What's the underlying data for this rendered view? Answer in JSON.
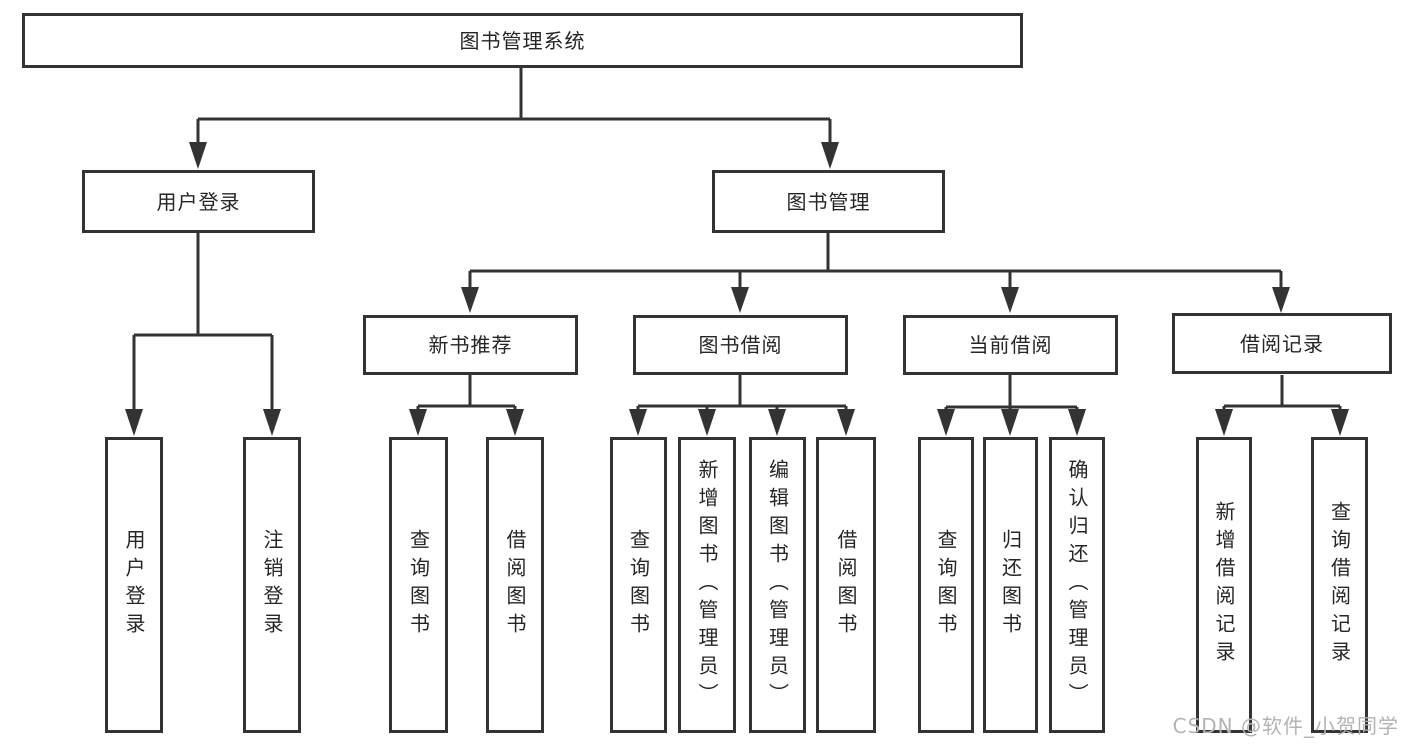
{
  "colors": {
    "line": "#333333",
    "text": "#262626",
    "box_background": "#ffffff",
    "watermark": "#b3b3b3"
  },
  "nodes": {
    "root": "图书管理系统",
    "user_login": "用户登录",
    "book_mgmt": "图书管理",
    "new_book": "新书推荐",
    "book_borrow": "图书借阅",
    "current_borrow": "当前借阅",
    "borrow_record": "借阅记录"
  },
  "leaves": {
    "user_login": [
      "用户登录",
      "注销登录"
    ],
    "new_book": [
      "查询图书",
      "借阅图书"
    ],
    "book_borrow": [
      "查询图书",
      "新增图书（管理员）",
      "编辑图书（管理员）",
      "借阅图书"
    ],
    "current_borrow": [
      "查询图书",
      "归还图书",
      "确认归还（管理员）"
    ],
    "borrow_record": [
      "新增借阅记录",
      "查询借阅记录"
    ]
  },
  "watermark": "CSDN @软件_小贺同学"
}
